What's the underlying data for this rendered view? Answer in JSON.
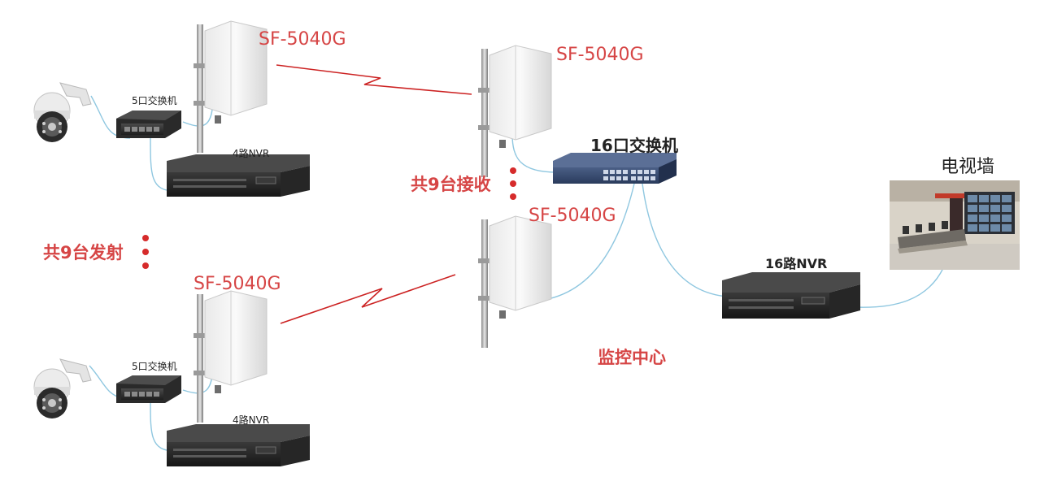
{
  "labels": {
    "antenna_tx1": "SF-5040G",
    "antenna_rx1": "SF-5040G",
    "antenna_rx2": "SF-5040G",
    "antenna_tx2": "SF-5040G",
    "switch16": "16口交换机",
    "switch5_a": "5口交换机",
    "switch5_b": "5口交换机",
    "nvr4_a": "4路NVR",
    "nvr4_b": "4路NVR",
    "nvr16": "16路NVR",
    "tv_wall": "电视墙",
    "receivers": "共9台接收",
    "transmitters": "共9台发射",
    "monitor_center": "监控中心"
  },
  "colors": {
    "label_red": "#d64545",
    "link_red": "#cc2222",
    "cable_blue": "#8fc7e0",
    "dot_red": "#d62b2b"
  },
  "icons": [
    "ptz-camera-icon",
    "panel-antenna-icon",
    "network-switch-icon",
    "nvr-recorder-icon",
    "video-wall-icon",
    "wireless-link-icon"
  ]
}
